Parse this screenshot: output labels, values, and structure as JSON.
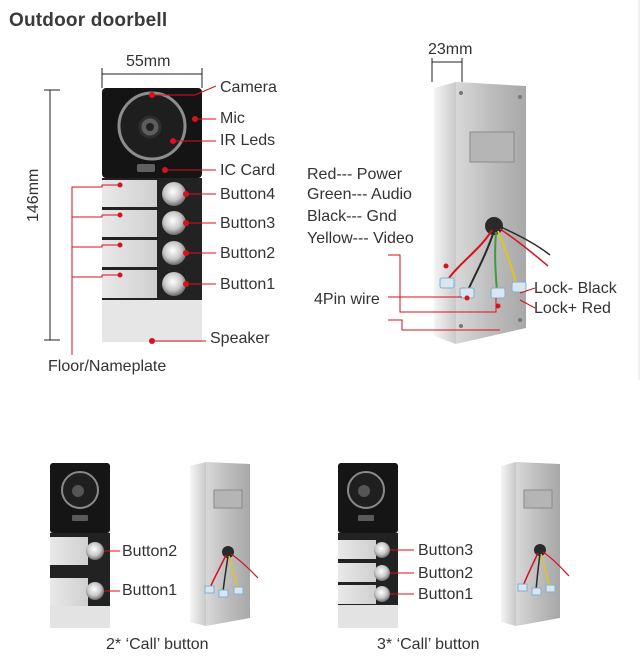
{
  "title": "Outdoor doorbell",
  "dimensions": {
    "width": "55mm",
    "height": "146mm",
    "depth": "23mm"
  },
  "front_labels": {
    "camera": "Camera",
    "mic": "Mic",
    "ir_leds": "IR Leds",
    "ic_card": "IC Card",
    "button4": "Button4",
    "button3": "Button3",
    "button2": "Button2",
    "button1": "Button1",
    "speaker": "Speaker",
    "floor_nameplate": "Floor/Nameplate"
  },
  "wiring": {
    "red": "Red--- Power",
    "green": "Green--- Audio",
    "black": "Black--- Gnd",
    "yellow": "Yellow--- Video",
    "pin_wire": "4Pin wire",
    "lock_minus": "Lock- Black",
    "lock_plus": "Lock+ Red"
  },
  "variant_2": {
    "button2": "Button2",
    "button1": "Button1",
    "caption": "2* ‘Call’ button"
  },
  "variant_3": {
    "button3": "Button3",
    "button2": "Button2",
    "button1": "Button1",
    "caption": "3* ‘Call’ button"
  }
}
